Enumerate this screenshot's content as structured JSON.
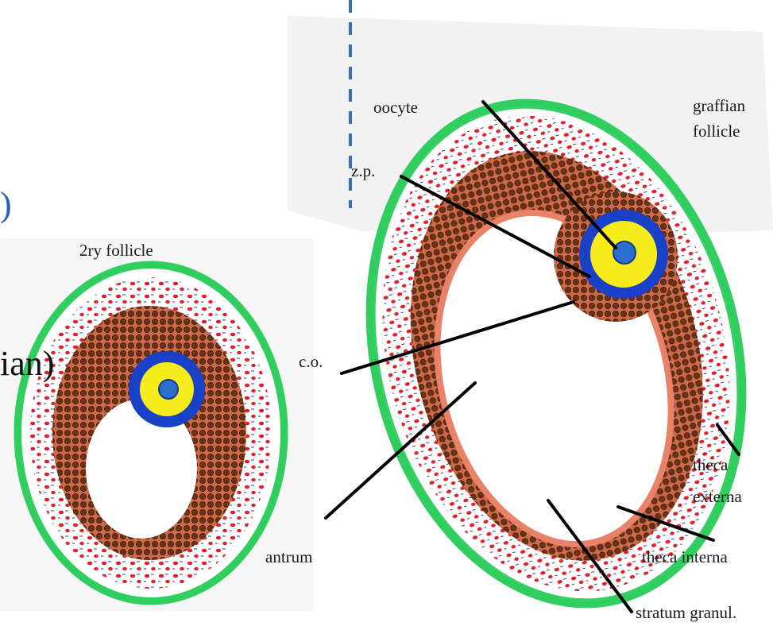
{
  "fragments": {
    "paren": ")",
    "partial_word": "ian)"
  },
  "labels": {
    "secondary_follicle": "2ry follicle",
    "oocyte": "oocyte",
    "zona_pellucida": "z.p.",
    "graffian_line1": "graffian",
    "graffian_line2": "follicle",
    "corona_oophorus": "c.o.",
    "antrum": "antrum",
    "theca_externa_line1": "theca",
    "theca_externa_line2": "externa",
    "theca_interna": "theca interna",
    "stratum_granulosum": "stratum granul."
  },
  "colors": {
    "theca_externa": "#2fce5f",
    "granulosa_cells": "#c9623f",
    "granulosa_dots": "#5a2d14",
    "theca_interna_cells": "#e0202a",
    "zona_pellucida": "#1a40c8",
    "oocyte": "#f6ec1c",
    "nucleus": "#2a6fd0",
    "antrum": "#ffffff",
    "divider": "#3a6cb4",
    "fragment_text": "#2060b8"
  }
}
